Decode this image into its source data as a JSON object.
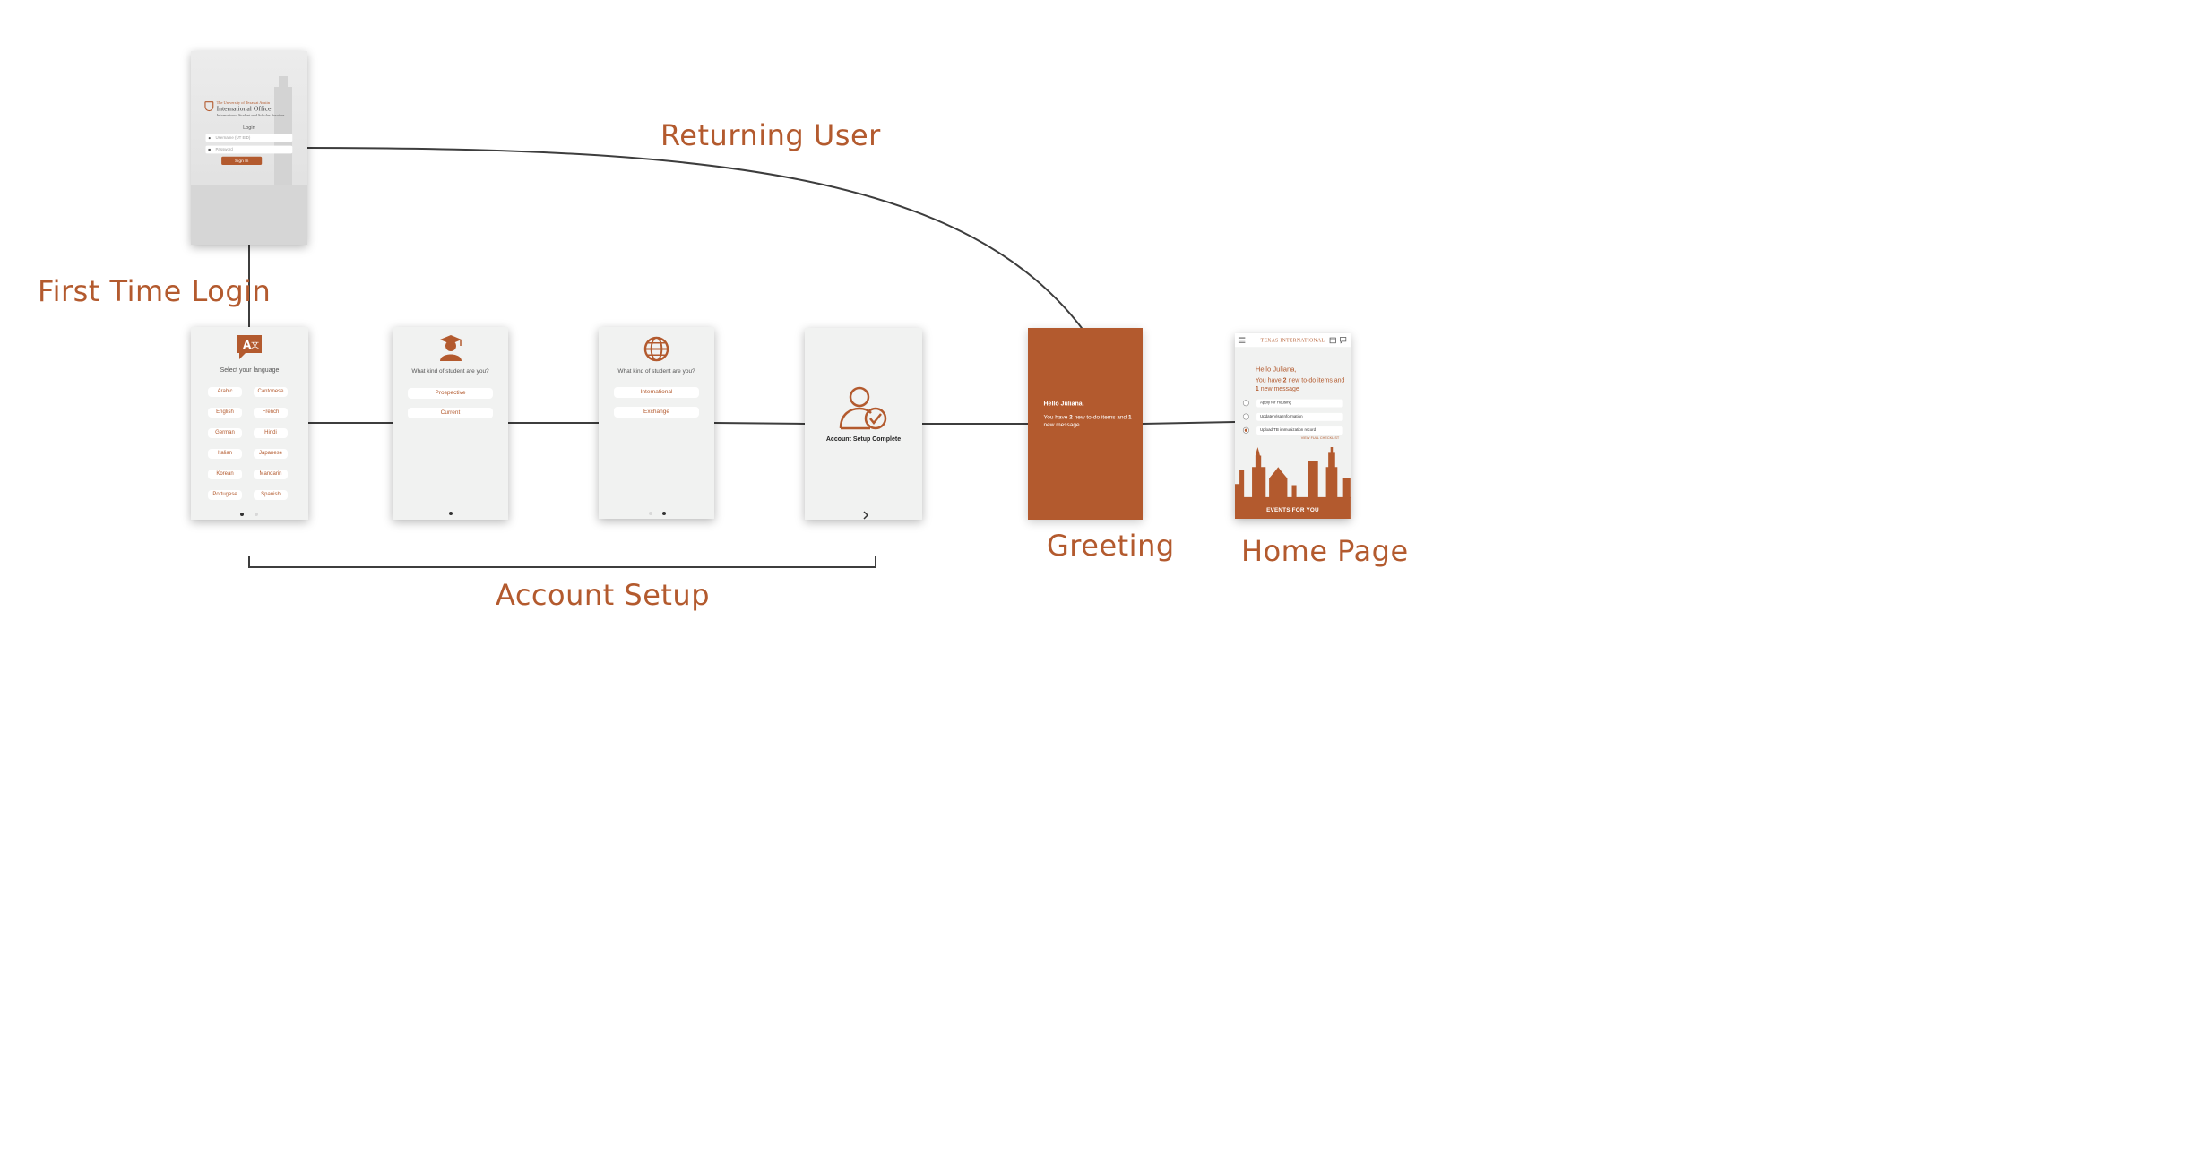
{
  "colors": {
    "accent": "#b35a2e",
    "connector": "#3d3d3d",
    "screen_bg": "#f1f2f1"
  },
  "labels": {
    "returning_user": "Returning User",
    "first_time_login": "First Time Login",
    "account_setup": "Account Setup",
    "greeting": "Greeting",
    "home_page": "Home Page"
  },
  "login": {
    "brand_small": "The University of Texas at Austin",
    "brand_name": "International Office",
    "brand_sub": "International Student and Scholar Services",
    "title": "Login",
    "username_placeholder": "Username (UT EID)",
    "password_placeholder": "Password",
    "signin_label": "Sign In",
    "icons": {
      "user": "user-icon",
      "lock": "lock-icon",
      "seal": "ut-seal-icon"
    }
  },
  "language": {
    "icon": "translate-icon",
    "prompt": "Select your language",
    "options": [
      "Arabic",
      "Cantonese",
      "English",
      "French",
      "German",
      "Hindi",
      "Italian",
      "Japanese",
      "Korean",
      "Mandarin",
      "Portugese",
      "Spanish"
    ]
  },
  "student_type": {
    "icon": "graduate-icon",
    "prompt": "What kind of student are you?",
    "options": [
      "Prospective",
      "Current"
    ]
  },
  "student_kind": {
    "icon": "globe-icon",
    "prompt": "What kind of student are you?",
    "options": [
      "International",
      "Exchange"
    ]
  },
  "setup_complete": {
    "icon": "user-check-icon",
    "title": "Account Setup Complete",
    "next_icon": "chevron-right-icon"
  },
  "greeting_screen": {
    "hello": "Hello Juliana,",
    "line_prefix": "You have ",
    "todo_count": "2",
    "line_mid": " new to-do items and ",
    "message_count": "1",
    "line_suffix": " new message"
  },
  "home": {
    "brand": "TEXAS INTERNATIONAL",
    "hello": "Hello Juliana,",
    "line_prefix": "You have ",
    "todo_count": "2",
    "line_mid": " new to-do items and ",
    "message_count": "1",
    "line_suffix": " new message",
    "todos": [
      {
        "label": "Apply for Housing",
        "checked": false
      },
      {
        "label": "Update Visa Information",
        "checked": false
      },
      {
        "label": "Upload TB immunization record",
        "checked": true
      }
    ],
    "checklist_link": "VIEW FULL CHECKLIST",
    "events_label": "EVENTS FOR YOU",
    "icons": {
      "menu": "menu-icon",
      "calendar": "calendar-icon",
      "message": "message-icon"
    }
  }
}
